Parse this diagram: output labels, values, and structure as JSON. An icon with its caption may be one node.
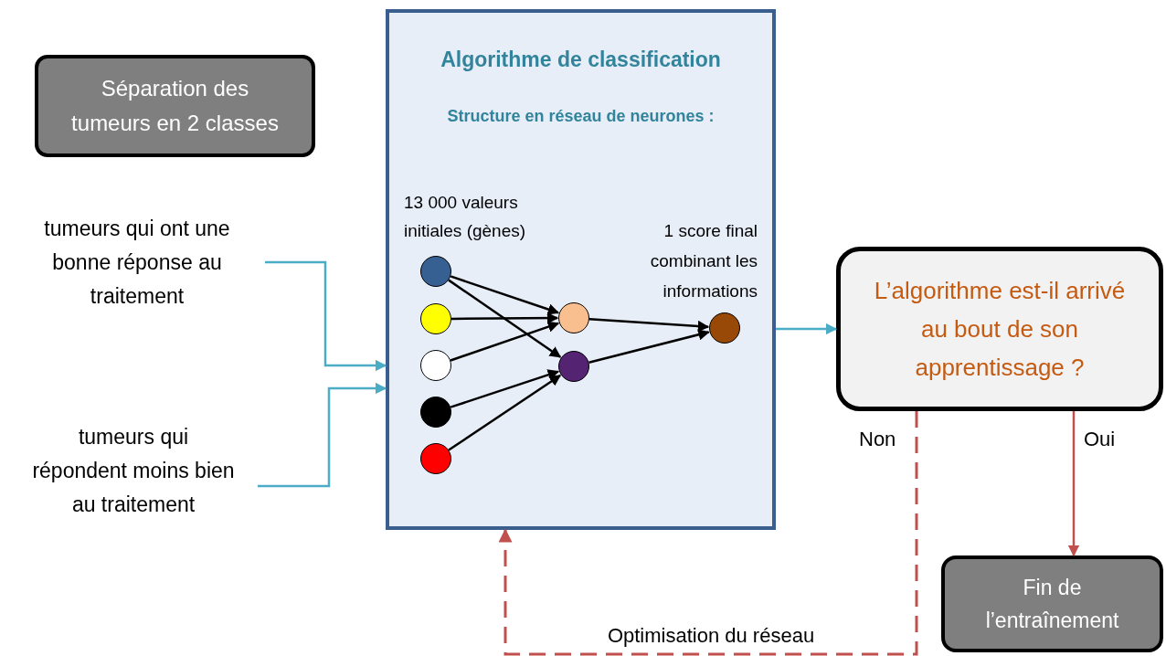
{
  "diagram": {
    "nodes": [
      {
        "text": [
          "Séparation des tumeurs en 2 classes"
        ]
      },
      {
        "text": [
          "tumeurs qui ont une bonne réponse au traitement"
        ]
      },
      {
        "text": [
          "tumeurs qui répondent moins bien au traitement"
        ]
      },
      {
        "text": [
          "Algorithme de classification",
          "Structure en réseau de neurones :",
          "13 000 valeurs initiales (gènes)",
          "1 score final combinant les informations"
        ]
      },
      {
        "text": [],
        "shape": "circle",
        "in": 3
      },
      {
        "text": [],
        "shape": "circle",
        "in": 3
      },
      {
        "text": [],
        "shape": "circle",
        "in": 3
      },
      {
        "text": [],
        "shape": "circle",
        "in": 3
      },
      {
        "text": [],
        "shape": "circle",
        "in": 3
      },
      {
        "text": [],
        "shape": "circle",
        "in": 3
      },
      {
        "text": [],
        "shape": "circle",
        "in": 3
      },
      {
        "text": [],
        "shape": "circle",
        "in": 3
      },
      {
        "text": [
          "L’algorithme est-il arrivé au bout de son apprentissage ?"
        ]
      },
      {
        "text": [
          "Fin de l’entraînement"
        ]
      }
    ],
    "edges": [
      {
        "from": 1,
        "to": 3,
        "arrow": "to",
        "color": "#4bacc6"
      },
      {
        "from": 2,
        "to": 3,
        "arrow": "to",
        "color": "#4bacc6"
      },
      {
        "from": 4,
        "to": 9,
        "arrow": "to"
      },
      {
        "from": 4,
        "to": 10,
        "arrow": "to"
      },
      {
        "from": 5,
        "to": 9,
        "arrow": "to"
      },
      {
        "from": 6,
        "to": 9,
        "arrow": "to"
      },
      {
        "from": 7,
        "to": 10,
        "arrow": "to"
      },
      {
        "from": 8,
        "to": 10,
        "arrow": "to"
      },
      {
        "from": 9,
        "to": 11,
        "arrow": "to"
      },
      {
        "from": 10,
        "to": 11,
        "arrow": "to"
      },
      {
        "from": 3,
        "to": 12,
        "arrow": "to",
        "color": "#4bacc6"
      },
      {
        "from": 12,
        "to": 13,
        "arrow": "to",
        "color": "#c0504d"
      },
      {
        "from": 12,
        "to": 3,
        "arrow": "to",
        "style": "dashed",
        "color": "#c0504d",
        "label": "Optimisation du réseau"
      }
    ],
    "labels": [
      "Non",
      "Oui"
    ]
  }
}
